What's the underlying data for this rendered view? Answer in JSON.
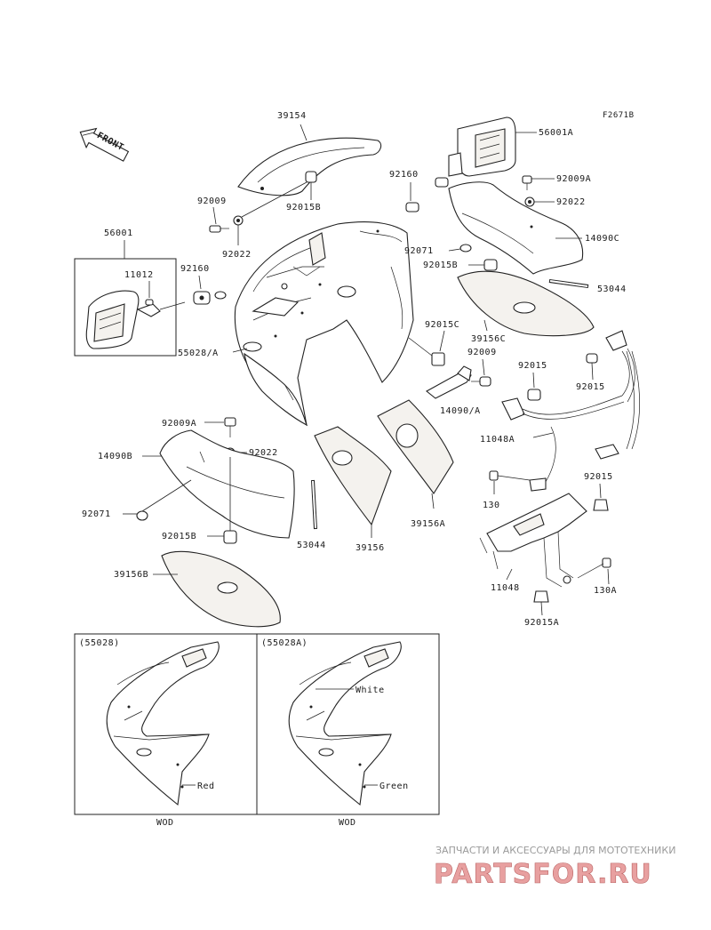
{
  "diagram_code": "F2671B",
  "front_label": "FRONT",
  "labels": {
    "p39154": "39154",
    "p56001a": "56001A",
    "p92160_top": "92160",
    "p92009a_top": "92009A",
    "p92022_top": "92022",
    "p92009_left": "92009",
    "p92015b_top": "92015B",
    "p92022_left": "92022",
    "p56001": "56001",
    "p11012": "11012",
    "p92160_left": "92160",
    "p14090c": "14090C",
    "p92071_top": "92071",
    "p92015b_right": "92015B",
    "p53044_right": "53044",
    "p39156c": "39156C",
    "p92015c": "92015C",
    "p55028a": "55028/A",
    "p92009_mid": "92009",
    "p92015_mid": "92015",
    "p92015_right": "92015",
    "p14090a": "14090/A",
    "p11048a": "11048A",
    "p92009a_low": "92009A",
    "p14090b": "14090B",
    "p92022_low": "92022",
    "p130": "130",
    "p92015_low": "92015",
    "p92071_low": "92071",
    "p92015b_low": "92015B",
    "p53044_low": "53044",
    "p39156": "39156",
    "p39156a": "39156A",
    "p11048": "11048",
    "p130a": "130A",
    "p39156b": "39156B",
    "p92015a": "92015A"
  },
  "variants": [
    {
      "code": "(55028)",
      "color": "Red",
      "market": "WOD"
    },
    {
      "code": "(55028A)",
      "color": "Green",
      "market": "WOD",
      "extra_color": "White"
    }
  ],
  "watermark": {
    "tagline": "ЗАПЧАСТИ И АКСЕССУАРЫ ДЛЯ МОТОТЕХНИКИ",
    "logo_main": "PARTSFOR",
    "logo_tld": ".RU",
    "logo_color": "#e8a0a0"
  }
}
